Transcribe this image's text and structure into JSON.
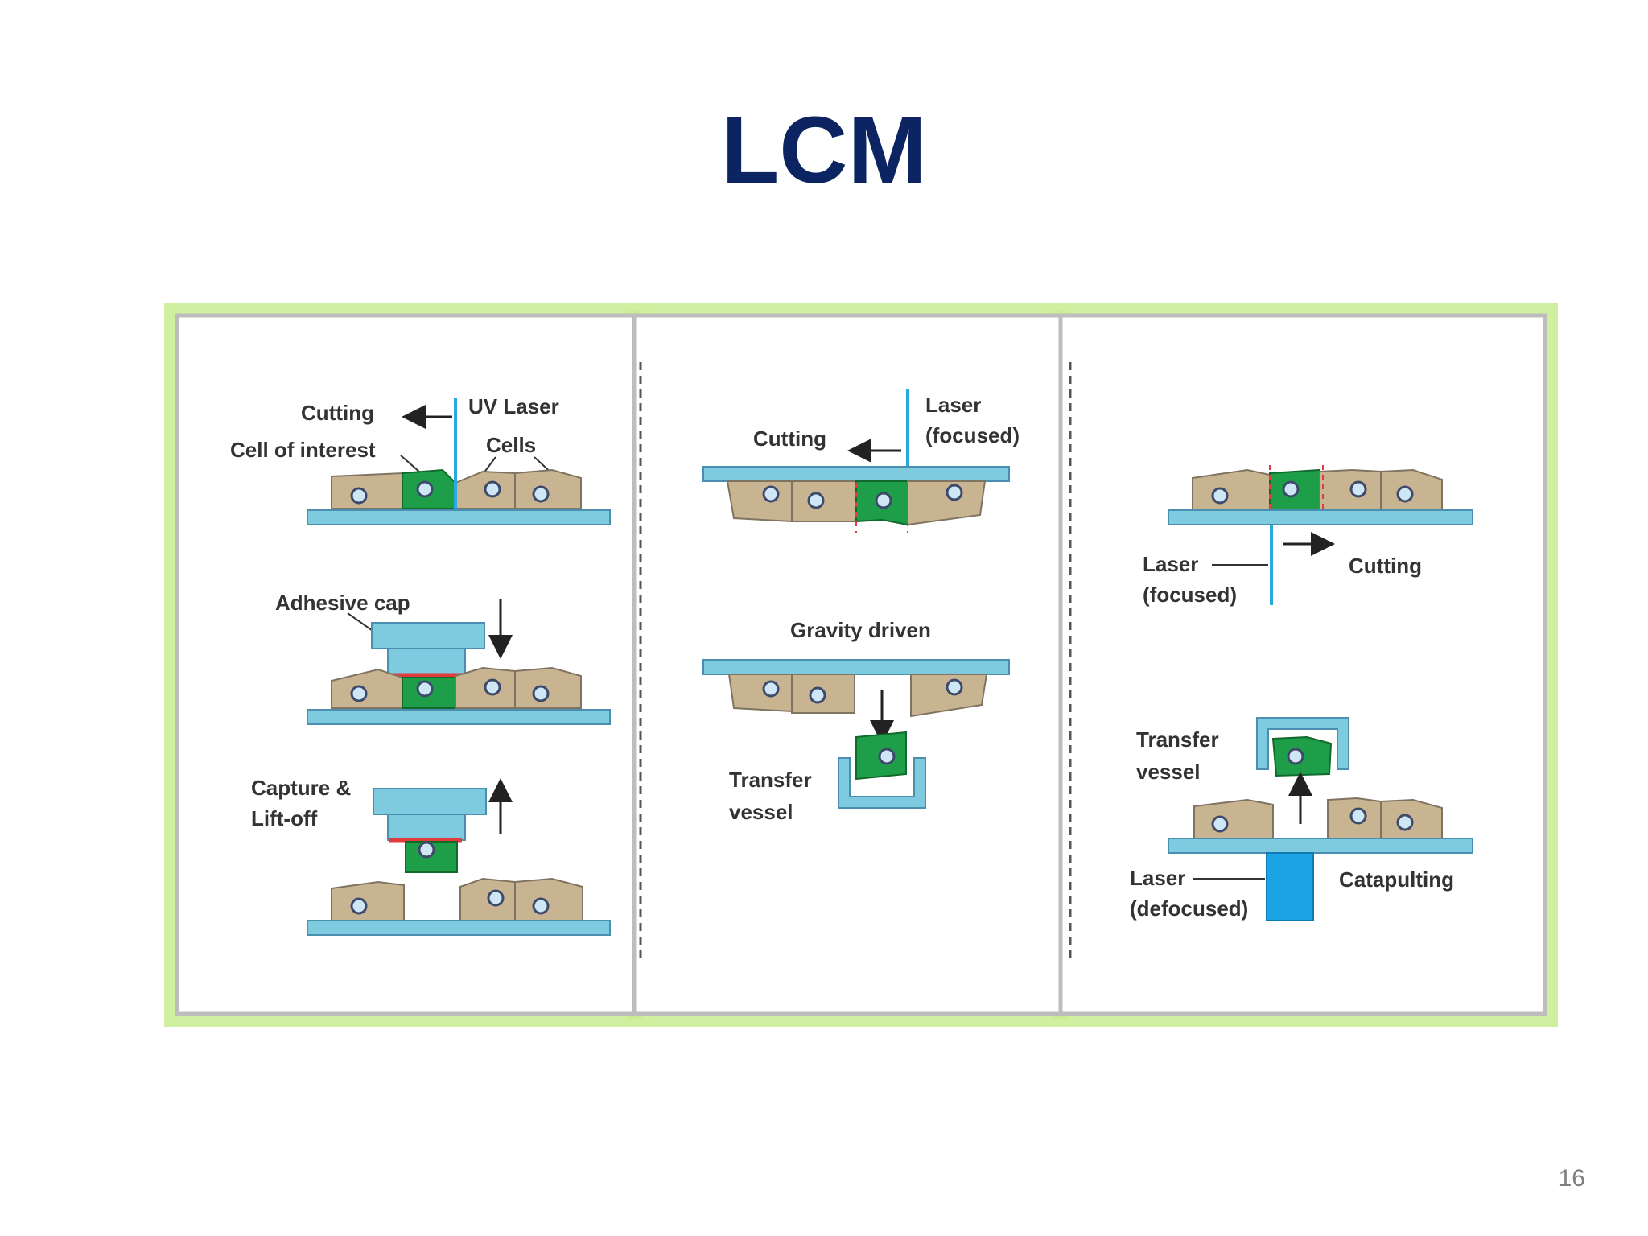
{
  "slide": {
    "title": "LCM",
    "page_number": "16"
  },
  "panels": [
    {
      "id": "uv-laser-capture",
      "labels": {
        "cutting": "Cutting",
        "uv_laser": "UV Laser",
        "cell_of_interest": "Cell of interest",
        "cells": "Cells",
        "adhesive_cap": "Adhesive cap",
        "capture_line1": "Capture &",
        "capture_line2": "Lift-off"
      }
    },
    {
      "id": "gravity-driven",
      "labels": {
        "cutting": "Cutting",
        "laser_line1": "Laser",
        "laser_line2": "(focused)",
        "gravity_driven": "Gravity driven",
        "transfer_line1": "Transfer",
        "transfer_line2": "vessel"
      }
    },
    {
      "id": "catapulting",
      "labels": {
        "laser_line1": "Laser",
        "laser_line2": "(focused)",
        "cutting": "Cutting",
        "transfer_line1": "Transfer",
        "transfer_line2": "vessel",
        "laser_def_line1": "Laser",
        "laser_def_line2": "(defocused)",
        "catapulting": "Catapulting"
      }
    }
  ],
  "colors": {
    "title": "#0d2463",
    "slide_base": "#7ecbe0",
    "cell_tan": "#c8b491",
    "cell_of_interest": "#1f9e4a",
    "laser": "#29a9e0",
    "frame_glow": "#c9ec8f",
    "cut_mark": "#e23b3b"
  }
}
